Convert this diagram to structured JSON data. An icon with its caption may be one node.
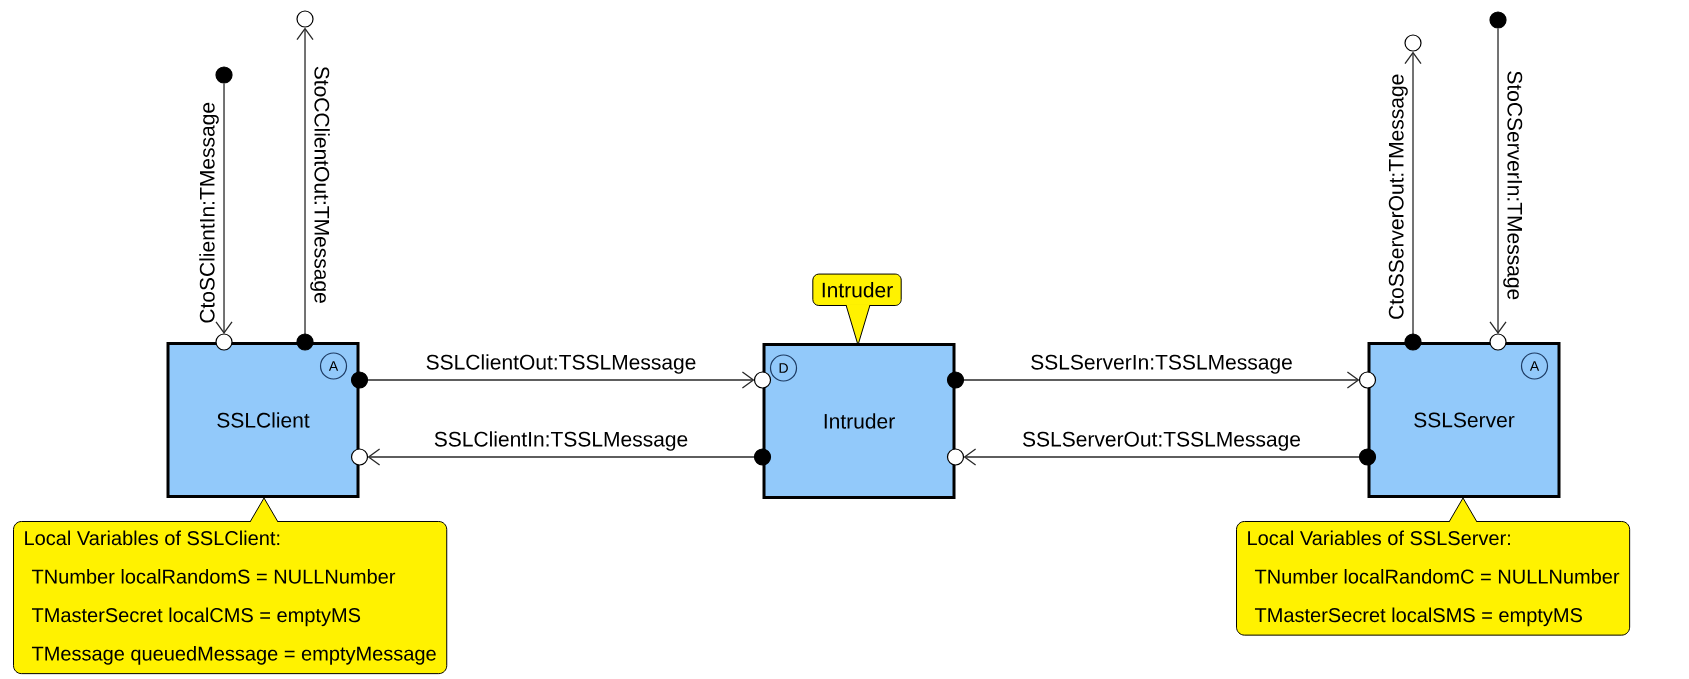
{
  "diagram": {
    "nodes": [
      {
        "text": [],
        "shape": "circle"
      },
      {
        "text": [],
        "shape": "circle"
      },
      {
        "text": [],
        "shape": "circle"
      },
      {
        "text": [],
        "shape": "circle"
      },
      {
        "text": [
          "Intruder"
        ]
      },
      {
        "text": [
          "SSLClient"
        ]
      },
      {
        "text": [
          "A"
        ],
        "in": 5
      },
      {
        "text": [
          "Intruder"
        ]
      },
      {
        "text": [
          "D"
        ],
        "in": 7
      },
      {
        "text": [
          "SSLServer"
        ]
      },
      {
        "text": [
          "A"
        ],
        "in": 9
      },
      {
        "text": [
          "Local Variables of SSLClient:",
          "TNumber localRandomS = NULLNumber",
          "TMasterSecret localCMS = emptyMS",
          "TMessage queuedMessage = emptyMessage"
        ]
      },
      {
        "text": [
          "Local Variables of SSLServer:",
          "TNumber localRandomC = NULLNumber",
          "TMasterSecret localSMS = emptyMS"
        ]
      }
    ],
    "edges": [
      {
        "from": 0,
        "to": 5,
        "arrow": "to",
        "label": "CtoSClientIn:TMessage"
      },
      {
        "from": 5,
        "to": 1,
        "arrow": "to",
        "label": "StoCClientOut:TMessage"
      },
      {
        "from": 5,
        "to": 7,
        "arrow": "to",
        "label": "SSLClientOut:TSSLMessage"
      },
      {
        "from": 7,
        "to": 5,
        "arrow": "to",
        "label": "SSLClientIn:TSSLMessage"
      },
      {
        "from": 7,
        "to": 9,
        "arrow": "to",
        "label": "SSLServerIn:TSSLMessage"
      },
      {
        "from": 9,
        "to": 7,
        "arrow": "to",
        "label": "SSLServerOut:TSSLMessage"
      },
      {
        "from": 9,
        "to": 2,
        "arrow": "to",
        "label": "CtoSServerOut:TMessage"
      },
      {
        "from": 3,
        "to": 9,
        "arrow": "to",
        "label": "StoCServerIn:TMessage"
      }
    ]
  }
}
